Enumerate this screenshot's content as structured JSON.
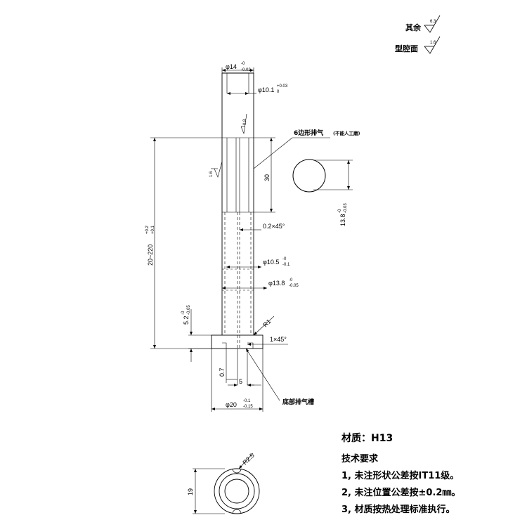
{
  "roughness": {
    "other_label": "其余",
    "other_value": "6.3",
    "cavity_label": "型腔面",
    "cavity_value": "1.6"
  },
  "dimensions": {
    "dia14": "φ14",
    "dia14_tol_upper": "-0",
    "dia14_tol_lower": "-0.02",
    "dia10_1": "φ10.1",
    "dia10_1_tol_upper": "+0.03",
    "dia10_1_tol_lower": "0",
    "rough_0_8": "0.8",
    "rough_1_6": "1.6",
    "len30": "30",
    "total_len": "20~220",
    "total_len_tol_upper": "+0.2",
    "total_len_tol_lower": "+0.1",
    "chamfer_02": "0.2×45°",
    "dia10_5": "φ10.5",
    "dia10_5_tol_upper": "-0",
    "dia10_5_tol_lower": "-0.1",
    "dia13_8": "φ13.8",
    "dia13_8_tol_upper": "-0",
    "dia13_8_tol_lower": "-0.05",
    "head_h": "5.2",
    "head_h_tol_upper": "-0",
    "head_h_tol_lower": "-0.05",
    "r1": "R1",
    "chamfer_1": "1×45°",
    "depth_07": "0.7",
    "width_5": "5",
    "dia20": "φ20",
    "dia20_tol_upper": "-0.1",
    "dia20_tol_lower": "-0.15",
    "hex_dim": "13.8",
    "hex_dim_tol_upper": "-0",
    "hex_dim_tol_lower": "-0.03",
    "r2_5": "R2.5",
    "len19": "19"
  },
  "labels": {
    "hex_vent": "6边形排气",
    "hex_vent_note": "(不能人工磨)",
    "bottom_vent": "底部排气槽"
  },
  "notes": {
    "material_label": "材质：",
    "material_value": "H13",
    "tech_title": "技术要求",
    "items": [
      "1,   未注形状公差按IT11级。",
      "2,   未注位置公差按±0.2㎜。",
      "3,   材质按热处理标准执行。"
    ]
  }
}
